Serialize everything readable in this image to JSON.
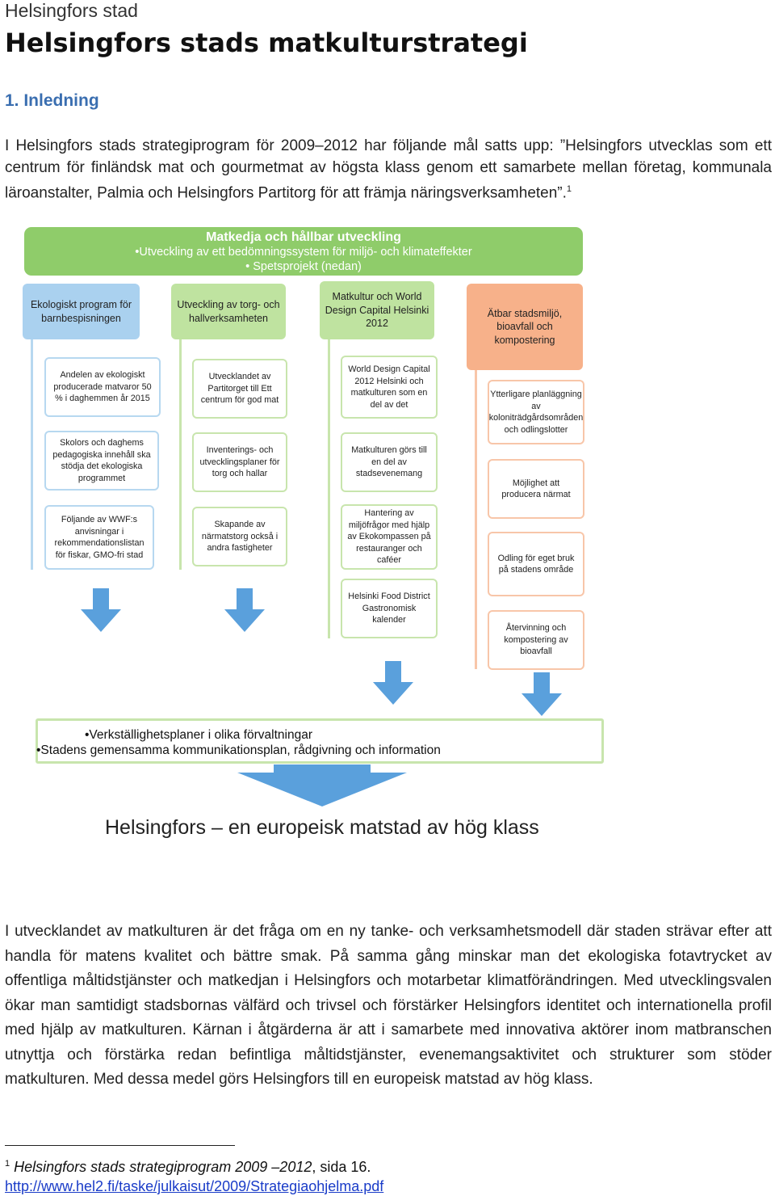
{
  "header": {
    "org": "Helsingfors stad",
    "title": "Helsingfors stads matkulturstrategi",
    "section": "1.  Inledning"
  },
  "intro": {
    "text": "I Helsingfors stads strategiprogram för 2009–2012 har följande mål satts upp: ”Helsingfors utvecklas som ett centrum för finländsk mat och gourmetmat av högsta klass genom ett samarbete mellan företag, kommunala läroanstalter, Palmia och Helsingfors Partitorg för att främja näringsverksamheten”.",
    "footnote_ref": "1"
  },
  "diagram": {
    "banner": {
      "title": "Matkedja och hållbar utveckling",
      "line1": "•Utveckling av ett bedömningssystem för miljö- och klimateffekter",
      "line2": "• Spetsprojekt (nedan)"
    },
    "columns": [
      {
        "header": "Ekologiskt program för barnbespisningen",
        "items": [
          "Andelen av ekologiskt producerade matvaror 50 % i daghemmen år 2015",
          "Skolors och daghems pedagogiska innehåll ska stödja det ekologiska programmet",
          "Följande av WWF:s anvisningar i rekommendationslistan för fiskar, GMO-fri stad"
        ]
      },
      {
        "header": "Utveckling av torg- och hallverksamheten",
        "items": [
          "Utvecklandet av Partitorget till Ett centrum för god mat",
          "Inventerings- och utvecklingsplaner för torg och hallar",
          "Skapande av närmatstorg också i andra fastigheter"
        ]
      },
      {
        "header": "Matkultur och World Design Capital Helsinki 2012",
        "items": [
          "World Design Capital 2012 Helsinki och matkulturen som en del av det",
          "Matkulturen görs till en del av stadsevenemang",
          "Hantering av miljöfrågor med hjälp av Ekokompassen på restauranger och caféer",
          "Helsinki Food District Gastronomisk kalender"
        ]
      },
      {
        "header": "Ätbar stadsmiljö, bioavfall och kompostering",
        "items": [
          "Ytterligare planläggning av koloniträdgårdsområden och odlingslotter",
          "Möjlighet att producera närmat",
          "Odling för eget bruk på stadens område",
          "Återvinning och kompostering av bioavfall"
        ]
      }
    ],
    "bottom": {
      "line1": "•Verkställighetsplaner i olika förvaltningar",
      "line2": "•Stadens gemensamma kommunikationsplan, rådgivning och information"
    },
    "tagline": "Helsingfors – en europeisk matstad av hög klass",
    "colors": {
      "blue": "#aad1ef",
      "green": "#8fcc6a",
      "orange": "#f7b18a",
      "arrow": "#5aa0dc"
    }
  },
  "body": {
    "text": "I utvecklandet av matkulturen är det fråga om en ny tanke- och verksamhetsmodell där staden strävar efter att handla för matens kvalitet och bättre smak. På samma gång minskar man det ekologiska fotavtrycket av offentliga måltidstjänster och matkedjan i Helsingfors och motarbetar klimatförändringen. Med utvecklingsvalen ökar man samtidigt stadsbornas välfärd och trivsel och förstärker Helsingfors identitet och internationella profil med hjälp av matkulturen. Kärnan i åtgärderna är att i samarbete med innovativa aktörer inom matbranschen utnyttja och förstärka redan befintliga måltidstjänster, evenemangsaktivitet och strukturer som stöder matkulturen. Med dessa medel görs Helsingfors till en europeisk matstad av hög klass."
  },
  "footnote": {
    "number": "1",
    "source": "Helsingfors stads strategiprogram 2009 –2012",
    "page": ", sida 16.",
    "url": "http://www.hel2.fi/taske/julkaisut/2009/Strategiaohjelma.pdf"
  }
}
